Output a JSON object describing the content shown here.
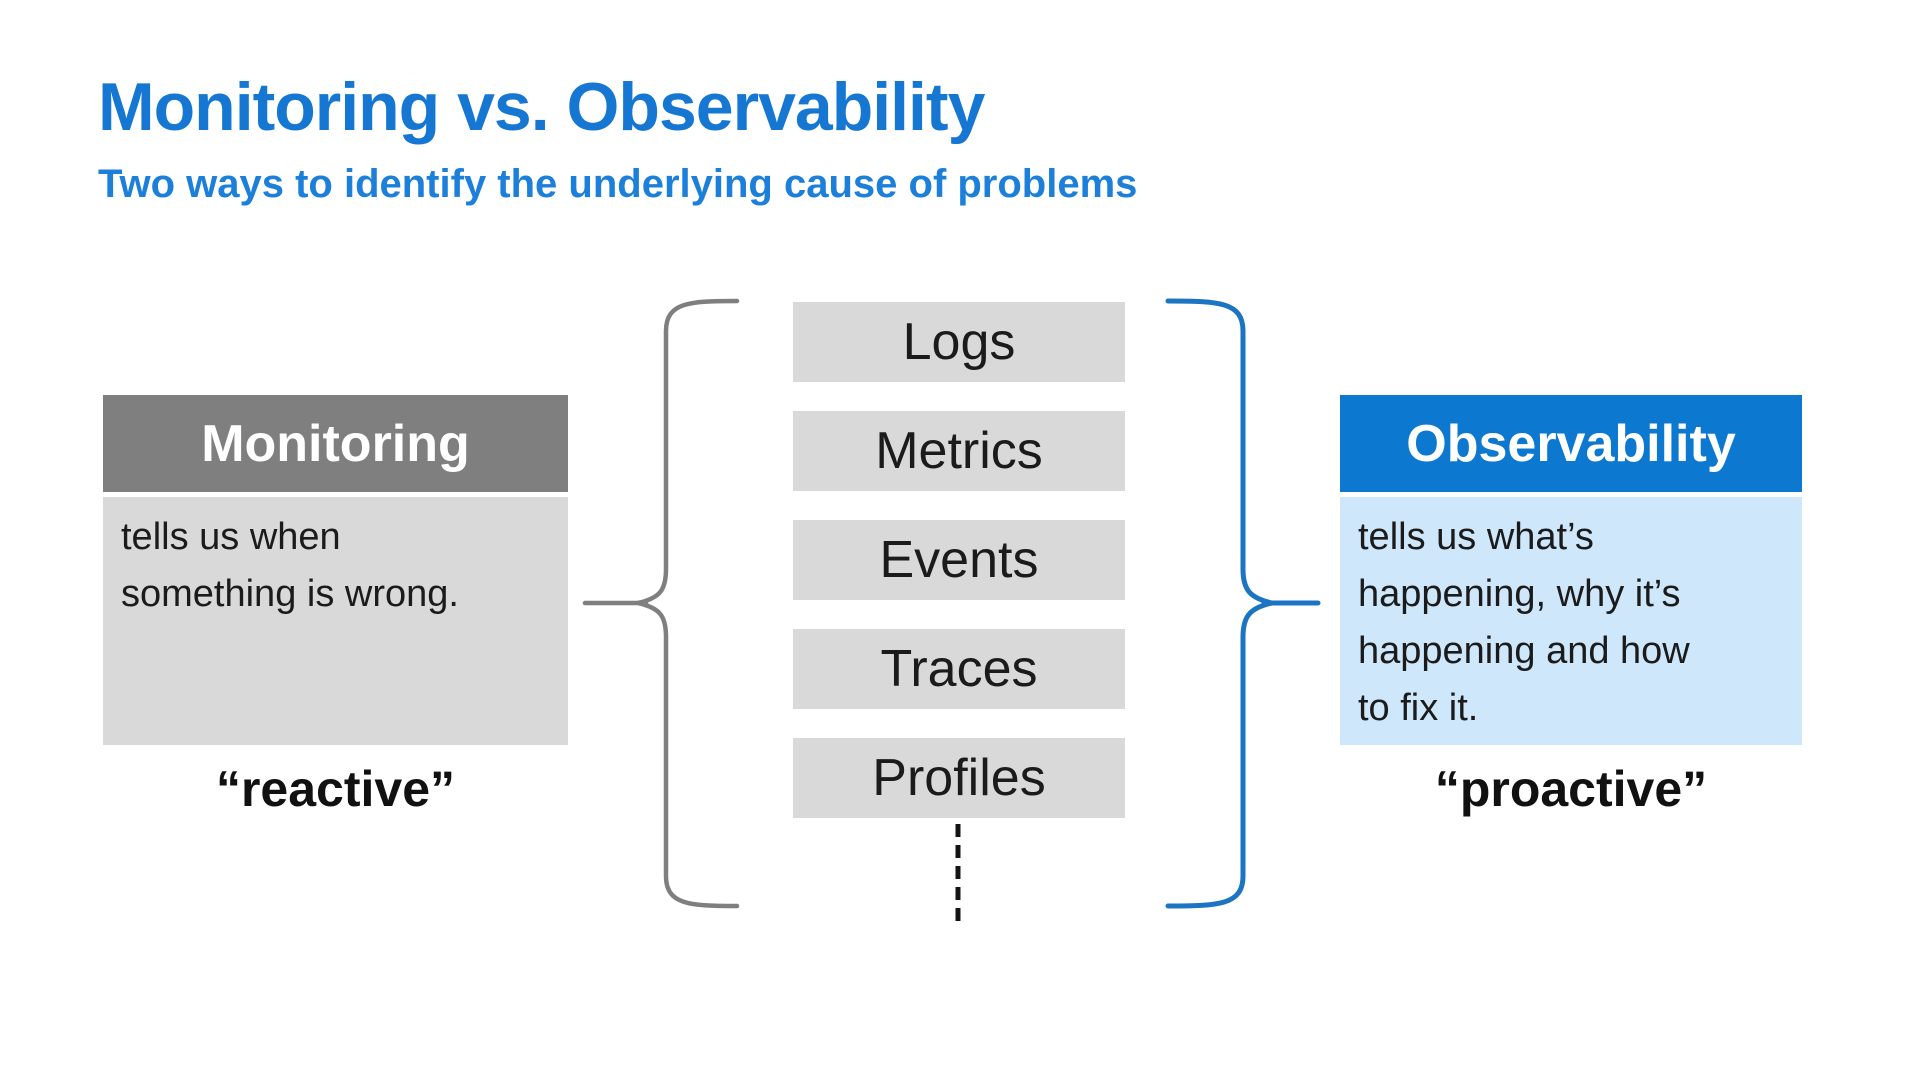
{
  "title": "Monitoring vs. Observability",
  "subtitle": "Two ways to identify the underlying cause of problems",
  "monitoring": {
    "header": "Monitoring",
    "description": "tells us when something is wrong.",
    "description_lines": [
      "tells us when",
      "something is wrong."
    ],
    "tagline": "“reactive”"
  },
  "observability": {
    "header": "Observability",
    "description": "tells us what’s happening, why it’s happening and how to fix it.",
    "description_lines": [
      "tells us what’s",
      "happening, why it’s",
      "happening and how",
      "to fix it."
    ],
    "tagline": "“proactive”"
  },
  "signals": [
    "Logs",
    "Metrics",
    "Events",
    "Traces",
    "Profiles"
  ],
  "colors": {
    "title_blue": "#1677d2",
    "subtitle_blue": "#1c80da",
    "monitoring_header_gray": "#7f7f7f",
    "panel_light_gray": "#d9d9d9",
    "observability_header_blue": "#0d78cf",
    "panel_light_blue": "#cfe7fa",
    "brace_gray": "#7f7f7f",
    "brace_blue": "#1b75c2",
    "dash_dark": "#141414",
    "text_dark": "#1b1b1b"
  }
}
